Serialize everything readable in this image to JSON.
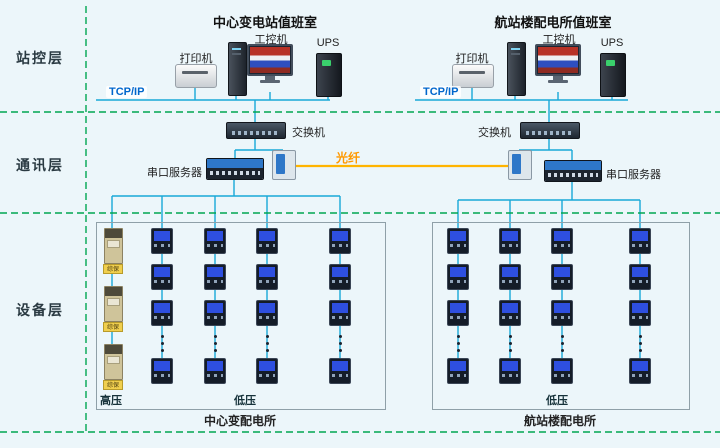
{
  "layers": {
    "station": "站控层",
    "comm": "通讯层",
    "device": "设备层"
  },
  "rooms": {
    "left": {
      "title": "中心变电站值班室",
      "printer_label": "打印机",
      "ipc_label": "工控机",
      "ups_label": "UPS",
      "tcpip_label": "TCP/IP",
      "switch_label": "交换机",
      "serial_label": "串口服务器"
    },
    "right": {
      "title": "航站楼配电所值班室",
      "printer_label": "打印机",
      "ipc_label": "工控机",
      "ups_label": "UPS",
      "tcpip_label": "TCP/IP",
      "switch_label": "交换机",
      "serial_label": "串口服务器"
    }
  },
  "fiber": {
    "label": "光纤"
  },
  "stations": {
    "left": {
      "caption": "中心变配电所",
      "hv_label": "高压",
      "lv_label": "低压",
      "protection_label": "综保"
    },
    "right": {
      "caption": "航站楼配电所",
      "lv_label": "低压"
    }
  },
  "colors": {
    "wire": "#18a8d8",
    "divider": "#00a651",
    "fiber": "#ffb400",
    "tcpip_text": "#0066cc"
  }
}
